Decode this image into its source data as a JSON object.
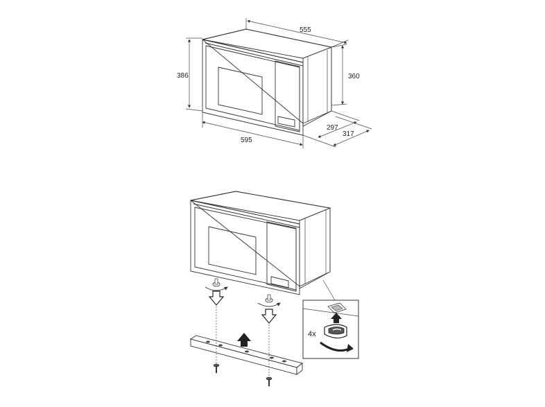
{
  "dimensions": {
    "depth_top": "555",
    "height_left": "386",
    "height_right": "360",
    "width_bottom": "595",
    "depth_inner": "297",
    "depth_outer": "317"
  },
  "detail": {
    "quantity_label": "4x"
  },
  "colors": {
    "line": "#333333",
    "panel_gray": "#cccccc",
    "window_gray": "#bdbdbd",
    "arrow_dark": "#222222"
  }
}
